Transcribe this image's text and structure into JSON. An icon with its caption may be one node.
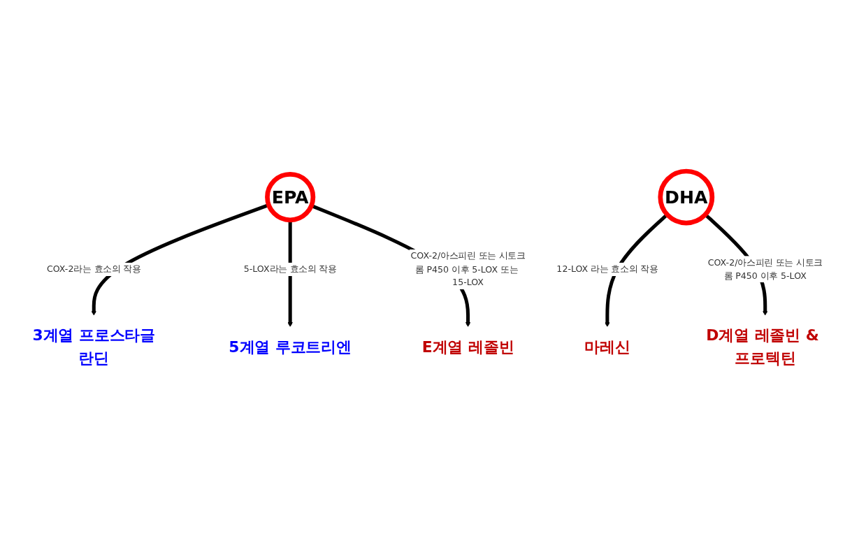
{
  "diagram": {
    "nodes": [
      {
        "text": [
          "EPA"
        ]
      },
      {
        "text": [
          "DHA"
        ]
      },
      {
        "text": [
          "3계열 프로스타글란딘"
        ]
      },
      {
        "text": [
          "5계열 루코트리엔"
        ]
      },
      {
        "text": [
          "E계열 레졸빈"
        ]
      },
      {
        "text": [
          "마레신"
        ]
      },
      {
        "text": [
          "D계열 레졸빈 & 프로텍틴"
        ]
      }
    ],
    "edges": [
      {
        "from": 0,
        "to": 2,
        "arrow": "to",
        "label": "COX-2라는 효소의 작용"
      },
      {
        "from": 0,
        "to": 3,
        "arrow": "to",
        "label": "5-LOX라는 효소의 작용"
      },
      {
        "from": 0,
        "to": 4,
        "arrow": "to",
        "label": "COX-2/아스피린 또는 시토크롬 P450 이후 5-LOX 또는 15-LOX"
      },
      {
        "from": 1,
        "to": 5,
        "arrow": "to",
        "label": "12-LOX 라는 효소의 작용"
      },
      {
        "from": 1,
        "to": 6,
        "arrow": "to",
        "label": "COX-2/아스피린 또는 시토크롬 P450 이후 5-LOX"
      }
    ]
  }
}
